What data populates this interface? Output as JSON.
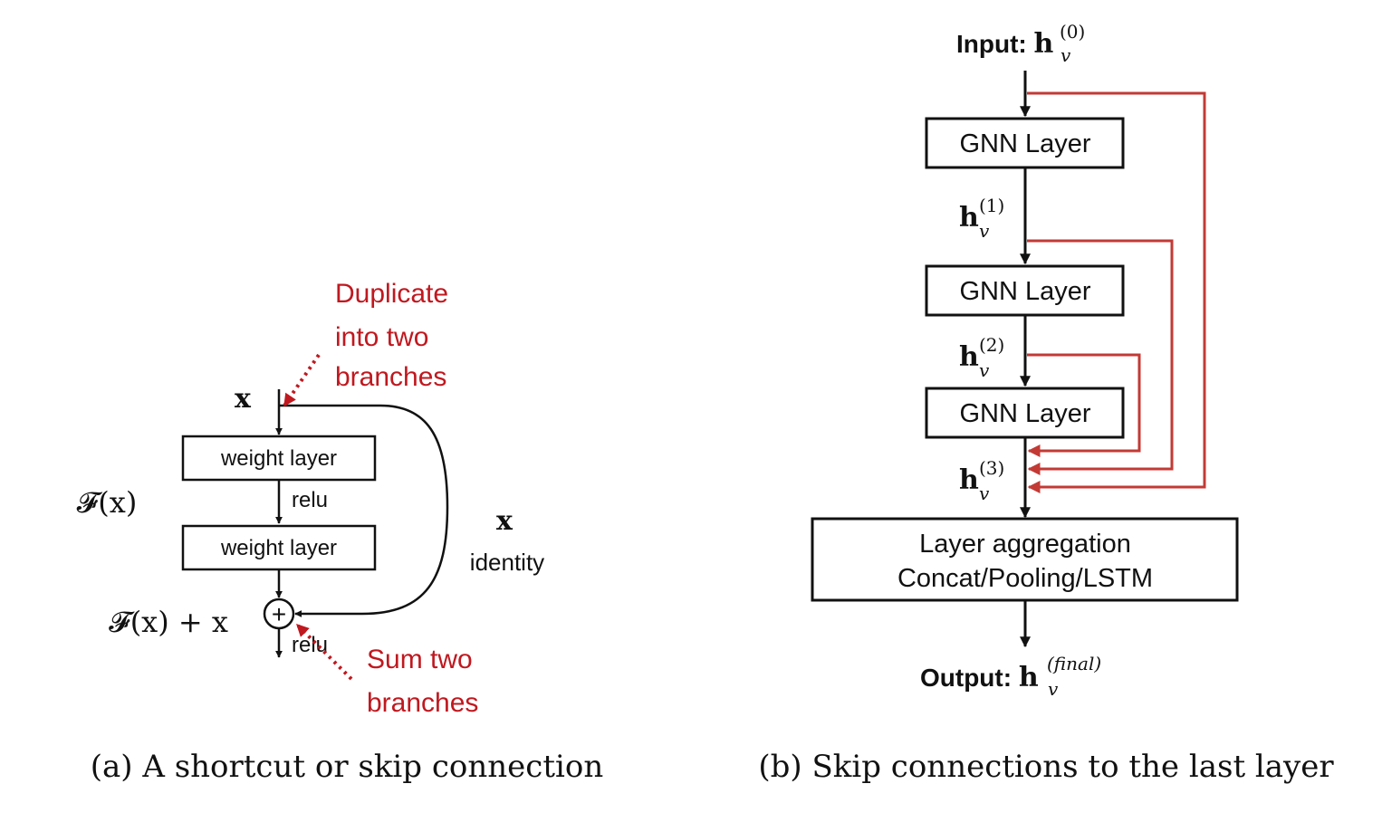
{
  "colors": {
    "ink": "#111111",
    "accent": "#c0181f",
    "skip": "#c33a35"
  },
  "panel_a": {
    "caption": "(a) A shortcut or skip connection",
    "input_label": "x",
    "weight_layer_1": "weight layer",
    "weight_layer_2": "weight layer",
    "relu_mid": "relu",
    "relu_out": "relu",
    "fx_label": "𝓕(x)",
    "fx_plus_x_label": "𝓕(x) + x",
    "sum_symbol": "+",
    "identity_x": "x",
    "identity_label": "identity",
    "annotation_duplicate": [
      "Duplicate",
      "into two",
      "branches"
    ],
    "annotation_sum": [
      "Sum two",
      "branches"
    ]
  },
  "panel_b": {
    "caption": "(b) Skip connections to the last layer",
    "input_prefix": "Input: ",
    "output_prefix": "Output: ",
    "h_symbol": "h",
    "v_sub": "v",
    "sup_input": "(0)",
    "sup_h1": "(1)",
    "sup_h2": "(2)",
    "sup_h3": "(3)",
    "sup_output": "(final)",
    "gnn_layer_1": "GNN Layer",
    "gnn_layer_2": "GNN Layer",
    "gnn_layer_3": "GNN Layer",
    "aggregation_line1": "Layer aggregation",
    "aggregation_line2": "Concat/Pooling/LSTM"
  }
}
